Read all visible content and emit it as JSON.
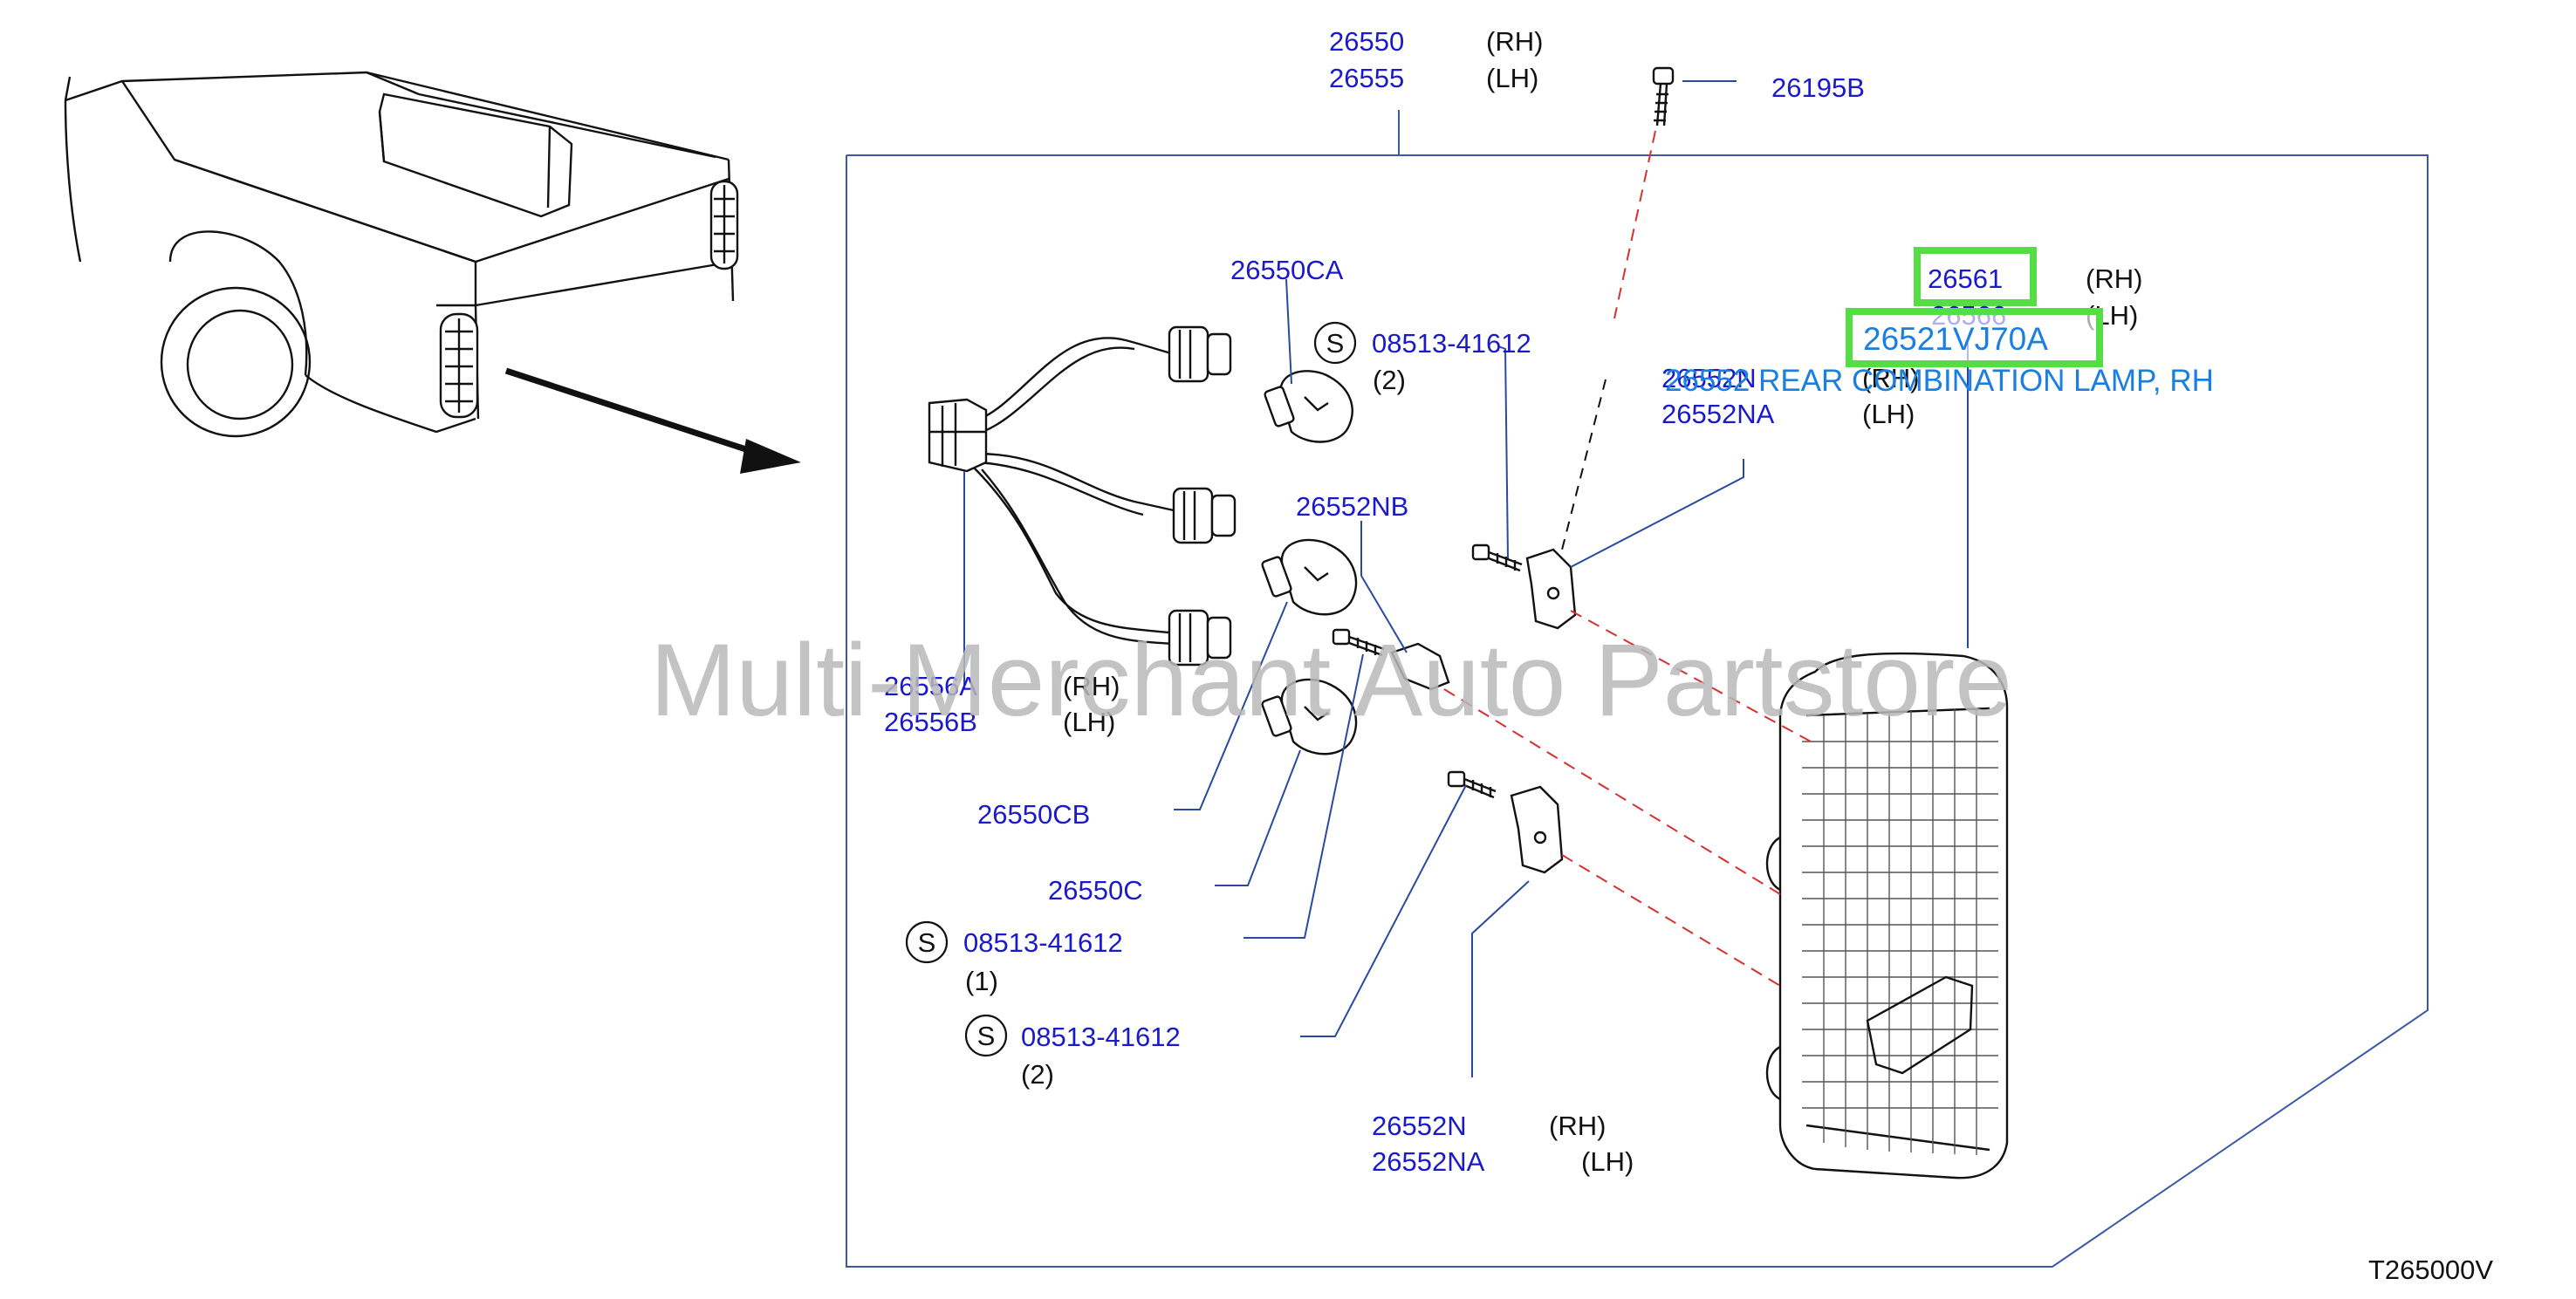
{
  "diagram": {
    "labels": {
      "p26550": "26550",
      "p26555": "26555",
      "p26550_rh": "(RH)",
      "p26555_lh": "(LH)",
      "p26195b": "26195B",
      "p26550ca": "26550CA",
      "s1_code": "08513-41612",
      "s1_qty": "(2)",
      "p26552nb": "26552NB",
      "p26552n_top": "26552N",
      "p26552na_top": "26552NA",
      "p26552n_top_rh": "(RH)",
      "p26552na_top_lh": "(LH)",
      "p26561": "26561",
      "p26561_rh": "(RH)",
      "p26566": "26566",
      "p26566_lh": "(LH)",
      "highlight_part": "26521VJ70A",
      "part_desc": "26552 REAR COMBINATION LAMP, RH",
      "p26556a": "26556A",
      "p26556b": "26556B",
      "p26556a_rh": "(RH)",
      "p26556b_lh": "(LH)",
      "p26550cb": "26550CB",
      "p26550c": "26550C",
      "s2_code": "08513-41612",
      "s2_qty": "(1)",
      "s3_code": "08513-41612",
      "s3_qty": "(2)",
      "p26552n_bot": "26552N",
      "p26552na_bot": "26552NA",
      "p26552n_bot_rh": "(RH)",
      "p26552na_bot_lh": "(LH)",
      "s_symbol": "S",
      "diagram_code": "T265000V"
    },
    "watermark": "Multi-Merchant Auto Partstore",
    "colors": {
      "part_number": "#1a1acc",
      "highlight_box": "#55dd44",
      "highlight_text": "#1a7fe0",
      "hidden_line": "#d63030"
    }
  }
}
